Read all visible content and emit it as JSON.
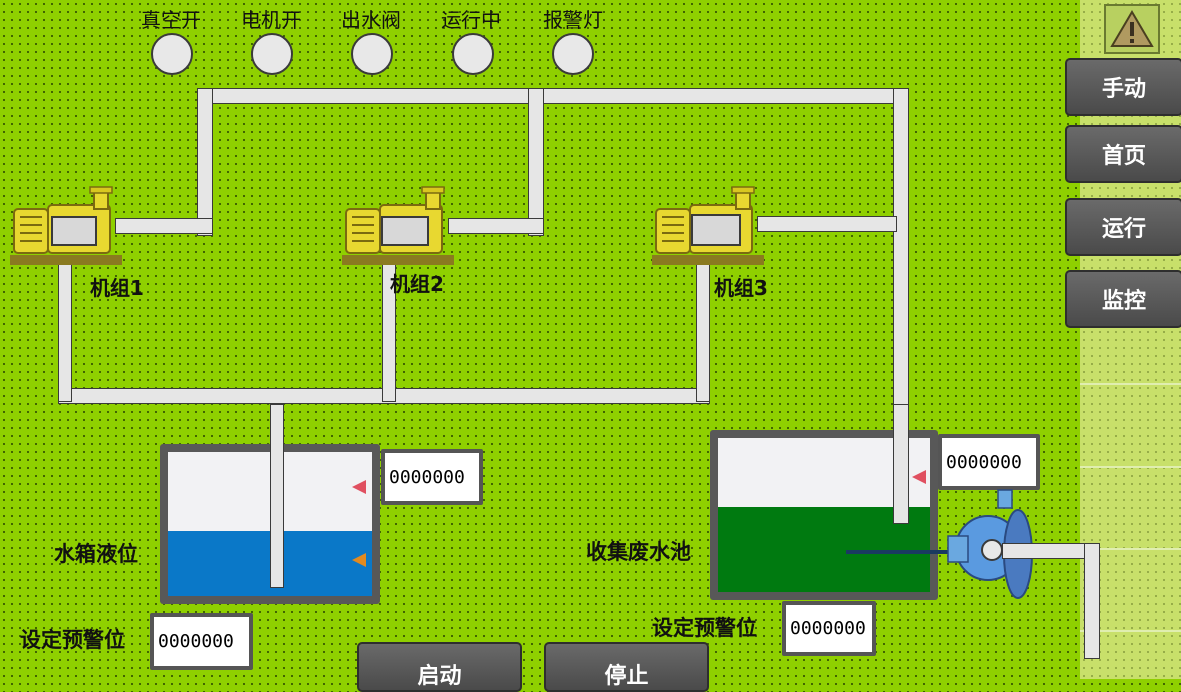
{
  "indicators": [
    {
      "label": "真空开"
    },
    {
      "label": "电机开"
    },
    {
      "label": "出水阀"
    },
    {
      "label": "运行中"
    },
    {
      "label": "报警灯"
    }
  ],
  "pumps": [
    {
      "label": "机组1"
    },
    {
      "label": "机组2"
    },
    {
      "label": "机组3"
    }
  ],
  "water_tank": {
    "label": "水箱液位",
    "level_value": "0000000",
    "setpoint_label": "设定预警位",
    "setpoint_value": "0000000",
    "fill_fraction": 0.45,
    "fill_color": "#0a78c8"
  },
  "waste_pool": {
    "label": "收集废水池",
    "level_value": "0000000",
    "setpoint_label": "设定预警位",
    "setpoint_value": "0000000",
    "fill_fraction": 0.55,
    "fill_color": "#007a10"
  },
  "nav": {
    "buttons": [
      {
        "label": "手动"
      },
      {
        "label": "首页"
      },
      {
        "label": "运行"
      },
      {
        "label": "监控"
      }
    ]
  },
  "controls": {
    "start_label": "启动",
    "stop_label": "停止"
  },
  "colors": {
    "background": "#8fd000",
    "sidebar": "#c8e06a",
    "alarm_marker": "#e05060",
    "low_marker": "#e08a20"
  }
}
